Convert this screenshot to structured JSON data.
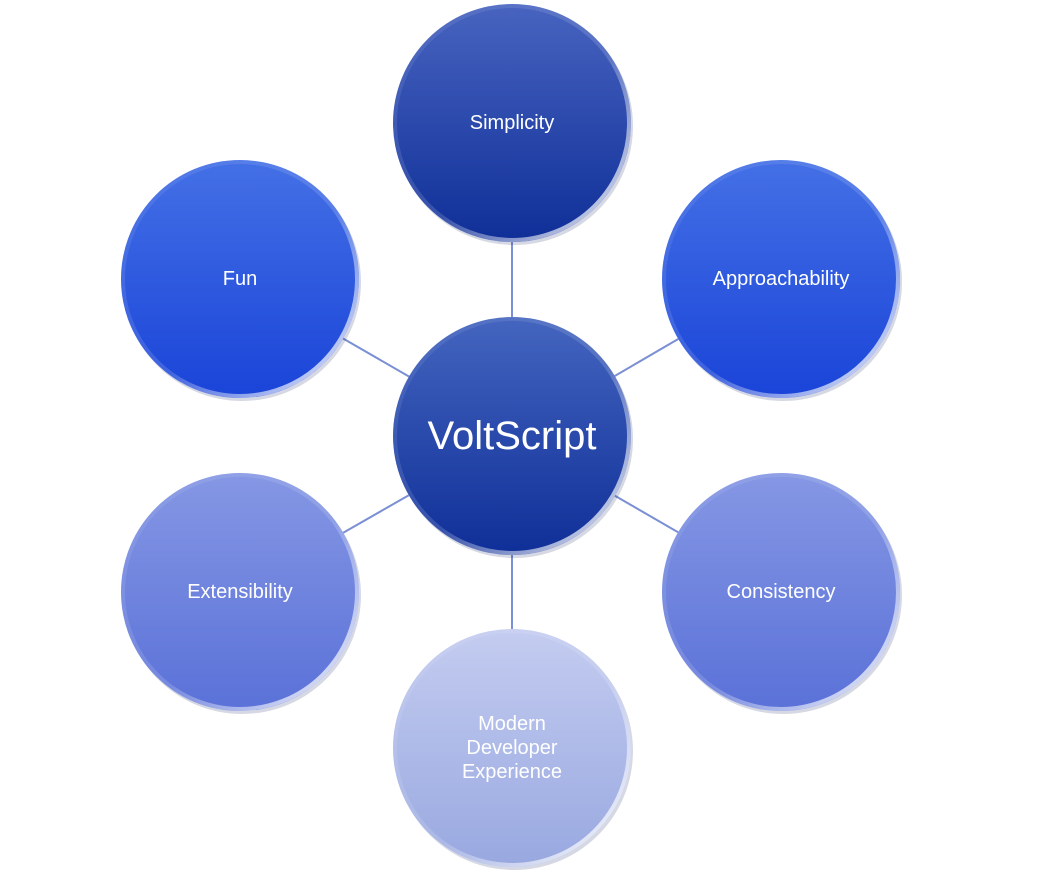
{
  "diagram": {
    "center": {
      "label": "VoltScript",
      "color_top": "#4465bf",
      "color_bottom": "#0f2f98"
    },
    "nodes": [
      {
        "id": "simplicity",
        "lines": [
          "Simplicity"
        ],
        "color_top": "#4864c0",
        "color_bottom": "#0f2f98"
      },
      {
        "id": "approachability",
        "lines": [
          "Approachability"
        ],
        "color_top": "#4470e6",
        "color_bottom": "#1a44d8"
      },
      {
        "id": "consistency",
        "lines": [
          "Consistency"
        ],
        "color_top": "#8597e4",
        "color_bottom": "#5a71d8"
      },
      {
        "id": "modern-developer-experience",
        "lines": [
          "Modern",
          "Developer",
          "Experience"
        ],
        "color_top": "#c4ccf0",
        "color_bottom": "#98a8e0"
      },
      {
        "id": "extensibility",
        "lines": [
          "Extensibility"
        ],
        "color_top": "#8597e4",
        "color_bottom": "#5a71d8"
      },
      {
        "id": "fun",
        "lines": [
          "Fun"
        ],
        "color_top": "#4470e6",
        "color_bottom": "#1a44d8"
      }
    ],
    "connector_color": "#7a8fd4"
  }
}
